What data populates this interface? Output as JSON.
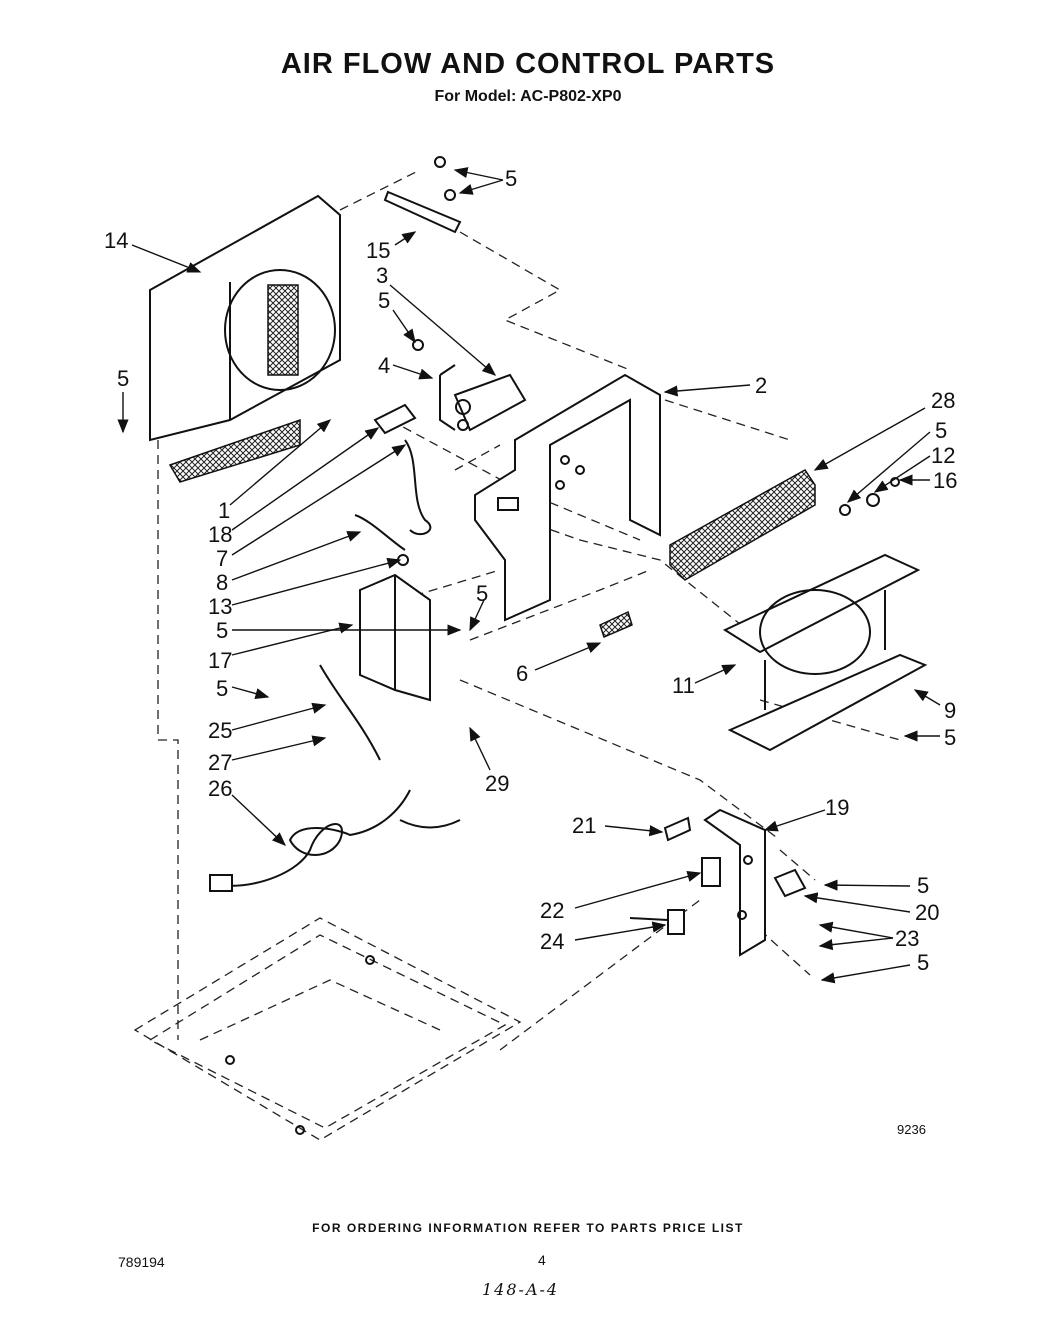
{
  "header": {
    "title": "AIR FLOW AND CONTROL PARTS",
    "subtitle": "For Model: AC-P802-XP0"
  },
  "callouts": {
    "c5_top": "5",
    "c14": "14",
    "c15": "15",
    "c3": "3",
    "c5_b": "5",
    "c4": "4",
    "c2": "2",
    "c28": "28",
    "c5_c": "5",
    "c12": "12",
    "c16": "16",
    "c5_left": "5",
    "c1": "1",
    "c18": "18",
    "c7": "7",
    "c8": "8",
    "c13": "13",
    "c5_d": "5",
    "c17": "17",
    "c5_e": "5",
    "c25": "25",
    "c27": "27",
    "c26": "26",
    "c29": "29",
    "c5_f": "5",
    "c6": "6",
    "c11": "11",
    "c9": "9",
    "c5_g": "5",
    "c19": "19",
    "c21": "21",
    "c5_h": "5",
    "c20": "20",
    "c22": "22",
    "c23": "23",
    "c24": "24",
    "c5_i": "5"
  },
  "drawing_number": "9236",
  "footer": {
    "note": "FOR ORDERING INFORMATION REFER TO PARTS PRICE LIST",
    "doc_number": "789194",
    "page_number": "4",
    "handwritten": "148-A-4"
  }
}
